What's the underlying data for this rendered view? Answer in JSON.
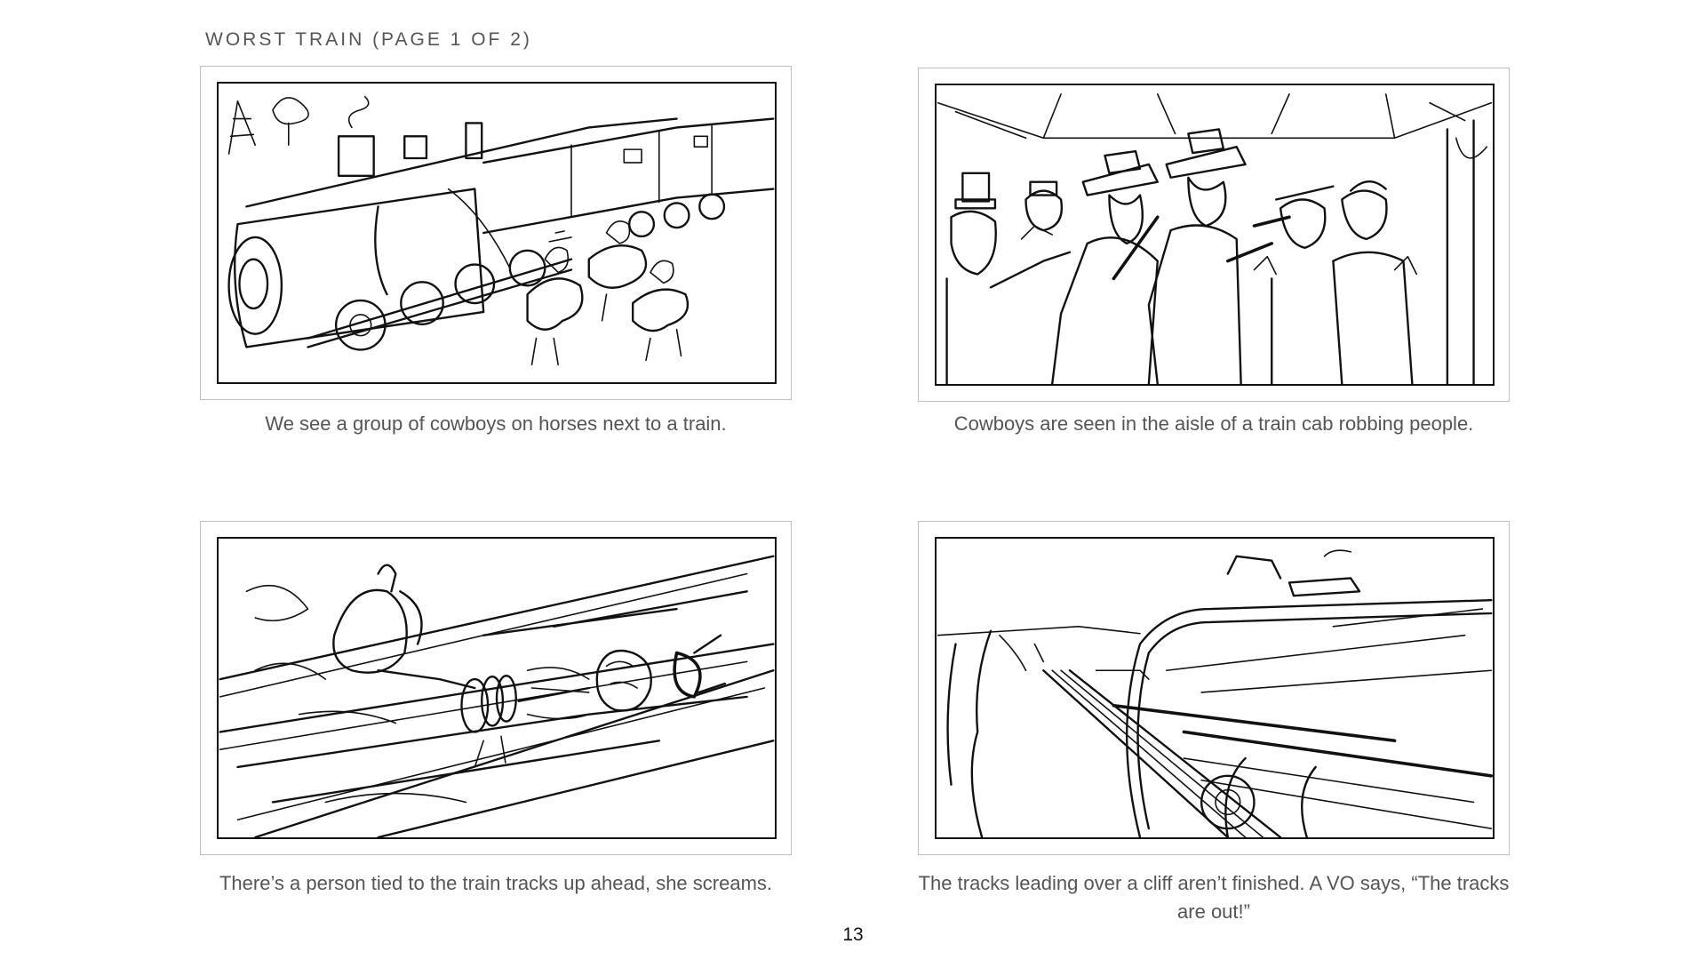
{
  "header": {
    "title": "WORST TRAIN (PAGE 1 OF 2)"
  },
  "panels": [
    {
      "id": 1,
      "caption": "We see a group of cowboys on horses next to a train."
    },
    {
      "id": 2,
      "caption": "Cowboys are seen in the aisle of a train cab robbing people."
    },
    {
      "id": 3,
      "caption": "There’s a person tied to the train tracks up ahead, she screams."
    },
    {
      "id": 4,
      "caption": "The tracks leading over a cliff aren’t finished. A VO says, “The tracks are out!”"
    }
  ],
  "footer": {
    "page_number": "13"
  }
}
